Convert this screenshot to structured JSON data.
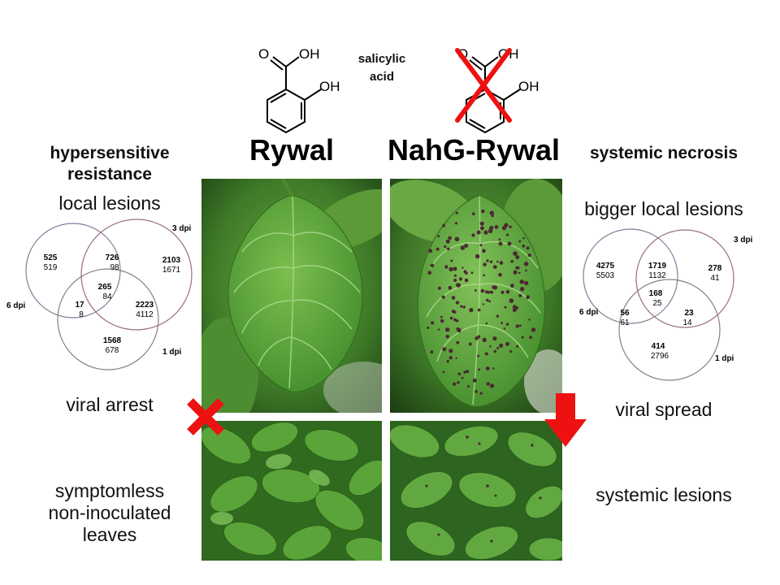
{
  "titles": {
    "left": "Rywal",
    "right": "NahG-Rywal"
  },
  "compound": {
    "label_line1": "salicylic",
    "label_line2": "acid",
    "o_atom": "O",
    "oh_group": "OH"
  },
  "left_panel": {
    "heading_line1": "hypersensitive",
    "heading_line2": "resistance",
    "local": "local lesions",
    "arrest": "viral arrest",
    "systemic_line1": "symptomless",
    "systemic_line2": "non-inoculated",
    "systemic_line3": "leaves"
  },
  "right_panel": {
    "heading": "systemic necrosis",
    "local": "bigger local lesions",
    "spread": "viral spread",
    "systemic": "systemic lesions"
  },
  "venn_left": {
    "set_labels": {
      "top_left": "6 dpi",
      "top_right": "3 dpi",
      "bottom": "1 dpi"
    },
    "regions": {
      "a": {
        "bold": "525",
        "normal": "519"
      },
      "ab": {
        "bold": "726",
        "normal": "98"
      },
      "b": {
        "bold": "2103",
        "normal": "1671"
      },
      "abc": {
        "bold": "265",
        "normal": "84"
      },
      "ac": {
        "bold": "17",
        "normal": "8"
      },
      "bc": {
        "bold": "2223",
        "normal": "4112"
      },
      "c": {
        "bold": "1568",
        "normal": "678"
      }
    }
  },
  "venn_right": {
    "set_labels": {
      "top_left": "6 dpi",
      "top_right": "3 dpi",
      "bottom": "1 dpi"
    },
    "regions": {
      "a": {
        "bold": "4275",
        "normal": "5503"
      },
      "ab": {
        "bold": "1719",
        "normal": "1132"
      },
      "b": {
        "bold": "278",
        "normal": "41"
      },
      "abc": {
        "bold": "168",
        "normal": "25"
      },
      "ac": {
        "bold": "56",
        "normal": "61"
      },
      "bc": {
        "bold": "23",
        "normal": "14"
      },
      "c": {
        "bold": "414",
        "normal": "2796"
      }
    }
  },
  "colors": {
    "leaf_green": "#4e9a2c",
    "leaf_dark": "#2f6a1a",
    "lesion": "#4a2a30",
    "cross_red": "#ee1111",
    "arrow_red": "#ee1111",
    "venn_circle_a": "#8a7a9a",
    "venn_circle_b": "#9a6e7e",
    "venn_circle_c": "#8a8076"
  }
}
